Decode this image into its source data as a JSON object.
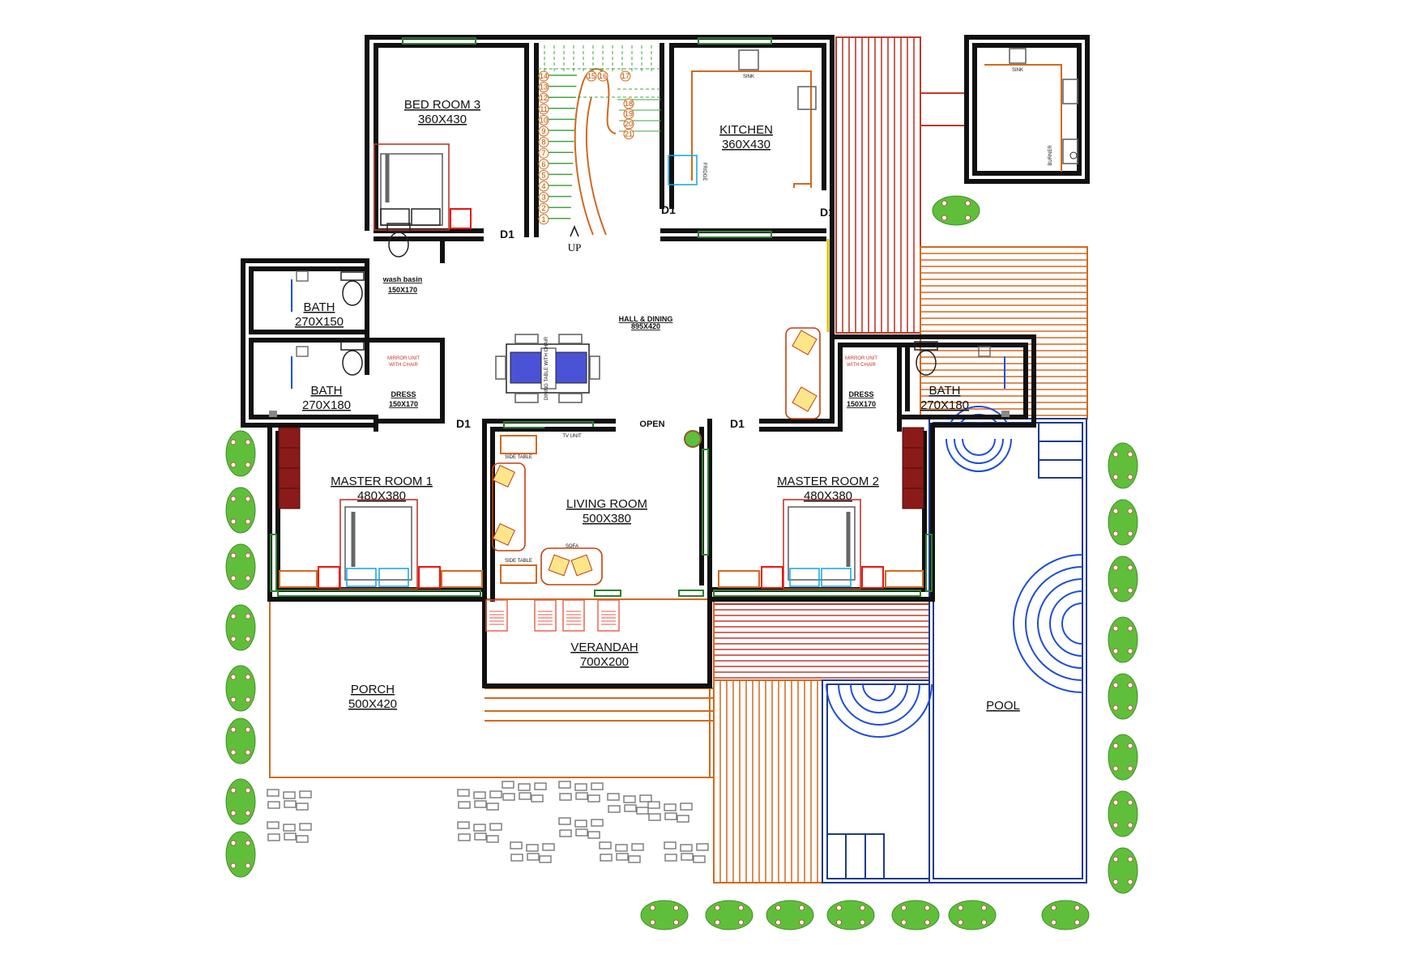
{
  "rooms": {
    "bedroom3": {
      "name": "BED ROOM 3",
      "size": "360X430"
    },
    "kitchen": {
      "name": "KITCHEN",
      "size": "360X430"
    },
    "bath1": {
      "name": "BATH",
      "size": "270X150"
    },
    "bath2": {
      "name": "BATH",
      "size": "270X180"
    },
    "bath3": {
      "name": "BATH",
      "size": "270X180"
    },
    "hall": {
      "name": "HALL & DINING",
      "size": "895X420"
    },
    "master1": {
      "name": "MASTER ROOM 1",
      "size": "480X380"
    },
    "master2": {
      "name": "MASTER ROOM 2",
      "size": "480X380"
    },
    "living": {
      "name": "LIVING ROOM",
      "size": "500X380"
    },
    "verandah": {
      "name": "VERANDAH",
      "size": "700X200"
    },
    "porch": {
      "name": "PORCH",
      "size": "500X420"
    },
    "pool": {
      "name": "POOL"
    }
  },
  "fixtures": {
    "wash_basin": "wash basin",
    "wash_basin_size": "150X170",
    "dress_label": "DRESS",
    "dress_size": "150X170",
    "mirror_unit": "MIRROR UNIT",
    "with_chair": "WITH CHAIR",
    "sink": "SINK",
    "fridge": "FRIDGE",
    "burner": "BURNER",
    "tv_unit": "TV UNIT",
    "side_table": "SIDE TABLE",
    "sofa": "SOFA",
    "dining_table": "DINING TABLE WITH CHAIR",
    "up": "UP"
  },
  "doors": {
    "d1": "D1",
    "open": "OPEN"
  },
  "stairs": {
    "left": [
      "14",
      "13",
      "12",
      "11",
      "10",
      "9",
      "8",
      "7",
      "6",
      "5",
      "4",
      "3",
      "2",
      "1"
    ],
    "mid": [
      "15",
      "16",
      "17"
    ],
    "right": [
      "18",
      "19",
      "20",
      "21"
    ]
  },
  "colors": {
    "walls": "#111111",
    "deck_red": "#c0392b",
    "deck_orange": "#d2691e",
    "pool_blue": "#1d4ed8",
    "window_green": "#2e7d32",
    "plants": "#5fbf3a"
  }
}
